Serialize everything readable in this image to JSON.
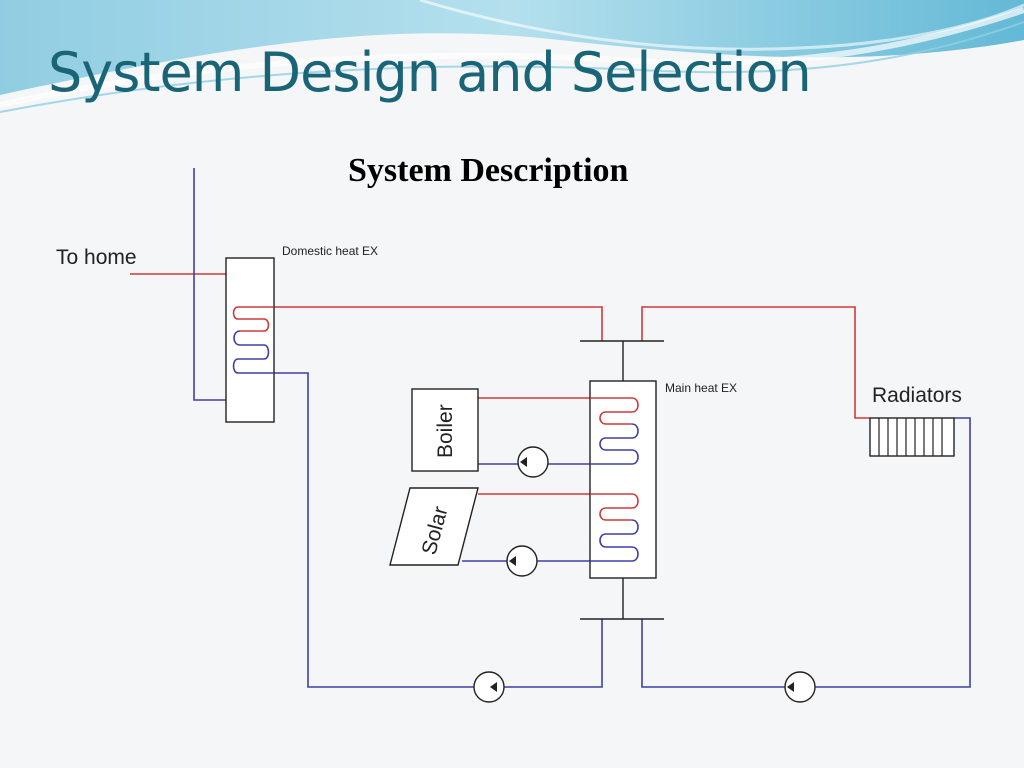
{
  "slide": {
    "title": "System Design and Selection",
    "subtitle": "System Description"
  },
  "diagram": {
    "labels": {
      "to_home": "To home",
      "domestic_hx": "Domestic heat EX",
      "main_hx": "Main heat EX",
      "radiators": "Radiators",
      "boiler": "Boiler",
      "solar": "Solar"
    }
  },
  "colors": {
    "hot_line": "#d03a3a",
    "cold_line": "#3f3fa8",
    "title": "#1a6478",
    "wave": "#5fb8d6"
  }
}
